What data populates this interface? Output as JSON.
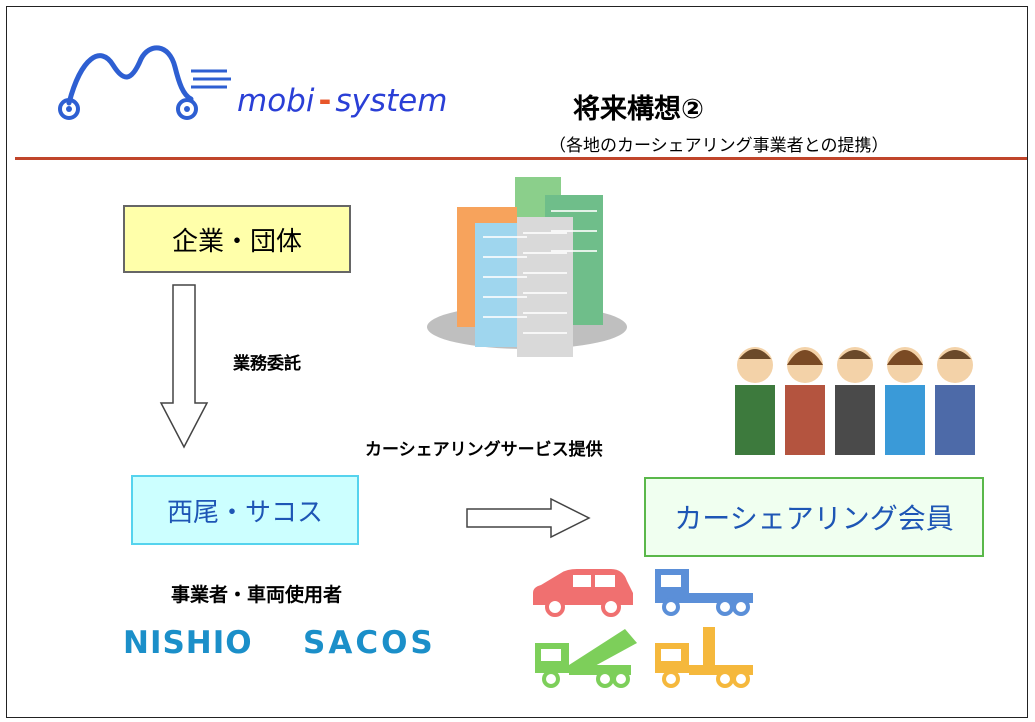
{
  "header": {
    "logo_brand": "mobi - system",
    "logo_part1": "mobi",
    "logo_sep": "-",
    "logo_part2": "system",
    "title": "将来構想②",
    "subtitle": "（各地のカーシェアリング事業者との提携）"
  },
  "nodes": {
    "corporation": "企業・団体",
    "operator": "西尾・サコス",
    "members": "カーシェアリング会員"
  },
  "edges": {
    "outsourcing": "業務委託",
    "service": "カーシェアリングサービス提供"
  },
  "operator_caption": "事業者・車両使用者",
  "brands": {
    "nishio": "NISHIO",
    "sacos": "SACOS"
  },
  "icons": [
    "logo-icon",
    "buildings-icon",
    "people-icon",
    "car-icon",
    "truck-icon",
    "dump-truck-icon",
    "crane-truck-icon"
  ],
  "colors": {
    "logo_text": "#2a3fd6",
    "accent_rule": "#c0452a",
    "corp_fill": "#ffffaa",
    "operator_fill": "#ccffff",
    "member_fill": "#f0fff0",
    "brand_blue": "#1b8fc9"
  }
}
